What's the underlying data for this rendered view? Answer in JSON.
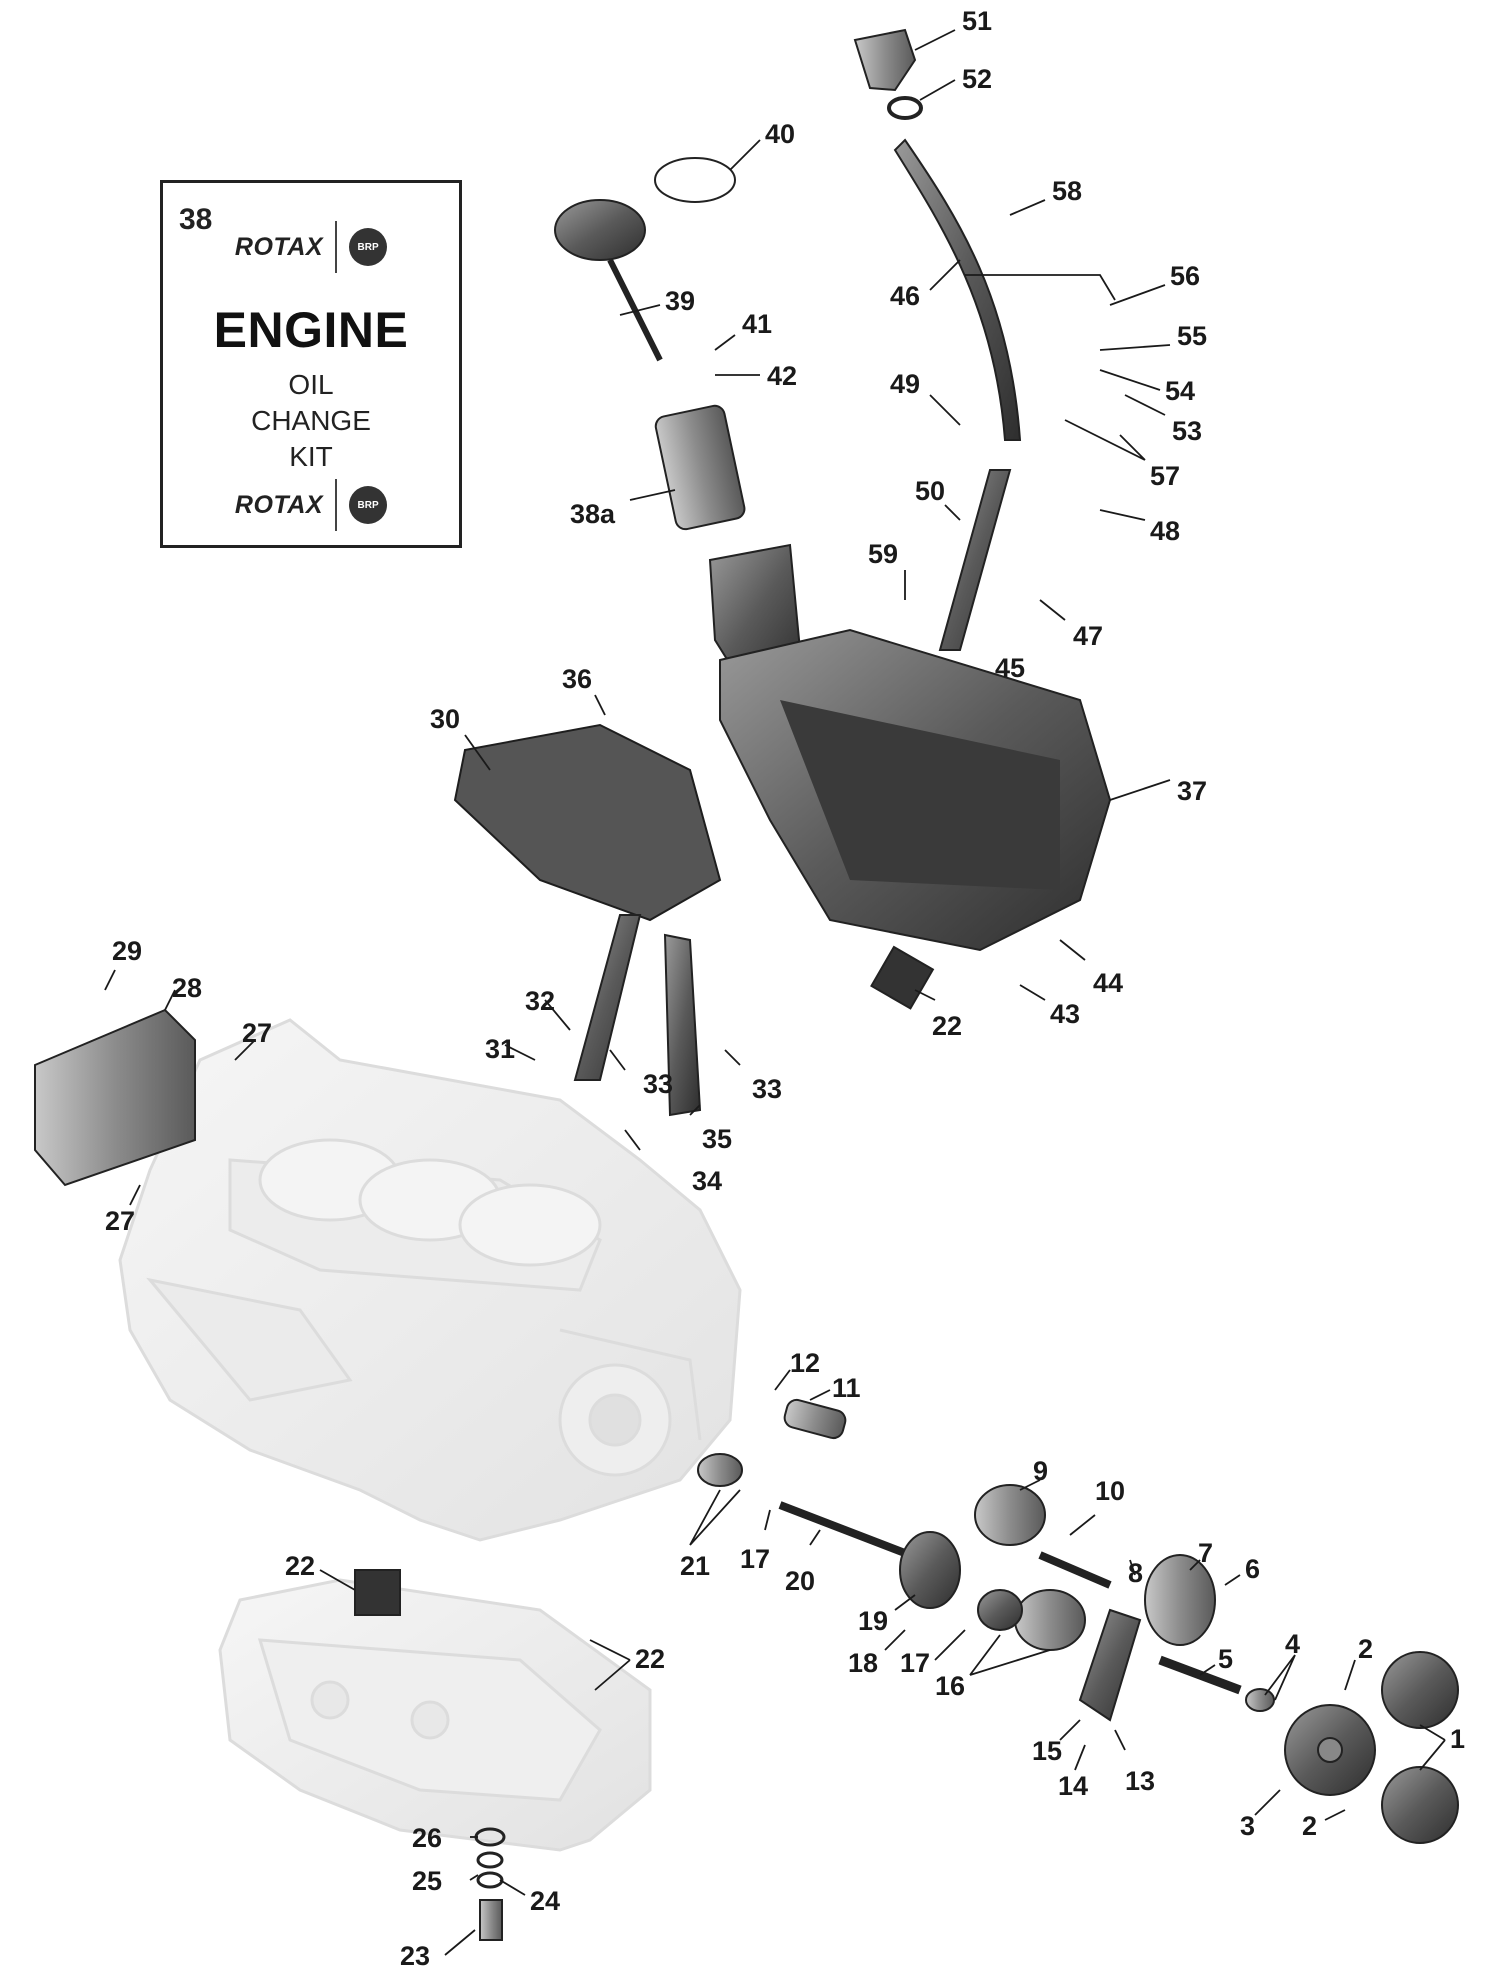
{
  "kit_box": {
    "number": "38",
    "brand_top": "ROTAX",
    "title": "ENGINE",
    "line1": "OIL",
    "line2": "CHANGE",
    "line3": "KIT",
    "brand_bottom": "ROTAX",
    "logo_text": "BRP"
  },
  "callouts": {
    "c51": "51",
    "c52": "52",
    "c40": "40",
    "c58": "58",
    "c46": "46",
    "c56": "56",
    "c39": "39",
    "c41": "41",
    "c42": "42",
    "c55": "55",
    "c54": "54",
    "c49": "49",
    "c53": "53",
    "c57": "57",
    "c38a": "38a",
    "c50": "50",
    "c48": "48",
    "c59": "59",
    "c47": "47",
    "c45": "45",
    "c36": "36",
    "c30": "30",
    "c37": "37",
    "c44": "44",
    "c43": "43",
    "c22a": "22",
    "c29": "29",
    "c28": "28",
    "c27a": "27",
    "c32": "32",
    "c31": "31",
    "c33a": "33",
    "c33b": "33",
    "c35": "35",
    "c34": "34",
    "c27b": "27",
    "c12": "12",
    "c11": "11",
    "c9": "9",
    "c10": "10",
    "c21": "21",
    "c17a": "17",
    "c20": "20",
    "c8": "8",
    "c7": "7",
    "c6": "6",
    "c22b": "22",
    "c22c": "22",
    "c19": "19",
    "c18": "18",
    "c17b": "17",
    "c16": "16",
    "c5": "5",
    "c4": "4",
    "c2a": "2",
    "c15": "15",
    "c14": "14",
    "c13": "13",
    "c1": "1",
    "c3": "3",
    "c2b": "2",
    "c26": "26",
    "c25": "25",
    "c24": "24",
    "c23": "23"
  }
}
